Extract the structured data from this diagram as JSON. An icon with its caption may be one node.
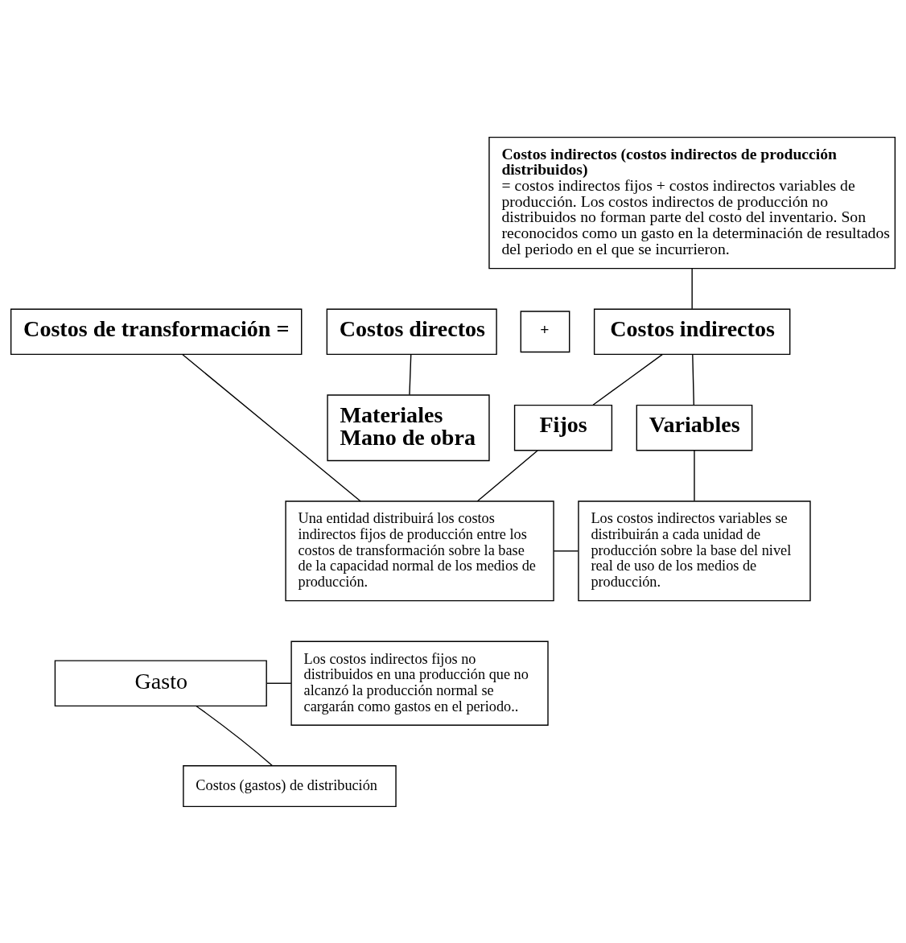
{
  "diagram": {
    "nodes": [
      {
        "text": [
          "**Costos indirectos (costos indirectos de producción distribuidos)** = costos indirectos fijos + costos indirectos variables de producción. Los costos indirectos de producción no distribuidos no forman parte del costo del inventario. Son reconocidos como un gasto en la determinación de resultados del periodo en el que se incurrieron."
        ]
      },
      {
        "text": [
          "Costos de transformación ="
        ]
      },
      {
        "text": [
          "Costos directos"
        ]
      },
      {
        "text": [
          "+"
        ]
      },
      {
        "text": [
          "Costos indirectos"
        ]
      },
      {
        "text": [
          "Materiales Mano de obra"
        ]
      },
      {
        "text": [
          "Fijos"
        ]
      },
      {
        "text": [
          "Variables"
        ]
      },
      {
        "text": [
          "Una entidad distribuirá los costos indirectos fijos de producción entre los costos de transformación sobre la base de la capacidad normal de los medios de producción."
        ]
      },
      {
        "text": [
          "Los costos indirectos variables se distribuirán a cada unidad de producción sobre la base del nivel real de uso de los medios de producción."
        ]
      },
      {
        "text": [
          "Gasto"
        ]
      },
      {
        "text": [
          "Los costos indirectos fijos no distribuidos en una producción que no alcanzó la producción normal se cargarán como gastos en el periodo.."
        ]
      },
      {
        "text": [
          "Costos (gastos) de distribución"
        ]
      }
    ],
    "edges": [
      {
        "from": 0,
        "to": 4,
        "arrow": "none"
      },
      {
        "from": 2,
        "to": 5,
        "arrow": "none"
      },
      {
        "from": 4,
        "to": 6,
        "arrow": "none"
      },
      {
        "from": 4,
        "to": 7,
        "arrow": "none"
      },
      {
        "from": 6,
        "to": 8,
        "arrow": "none"
      },
      {
        "from": 7,
        "to": 9,
        "arrow": "none"
      },
      {
        "from": 1,
        "to": 8,
        "arrow": "none"
      },
      {
        "from": 8,
        "to": 9,
        "arrow": "none"
      },
      {
        "from": 10,
        "to": 11,
        "arrow": "none"
      },
      {
        "from": 10,
        "to": 12,
        "arrow": "none"
      }
    ]
  }
}
